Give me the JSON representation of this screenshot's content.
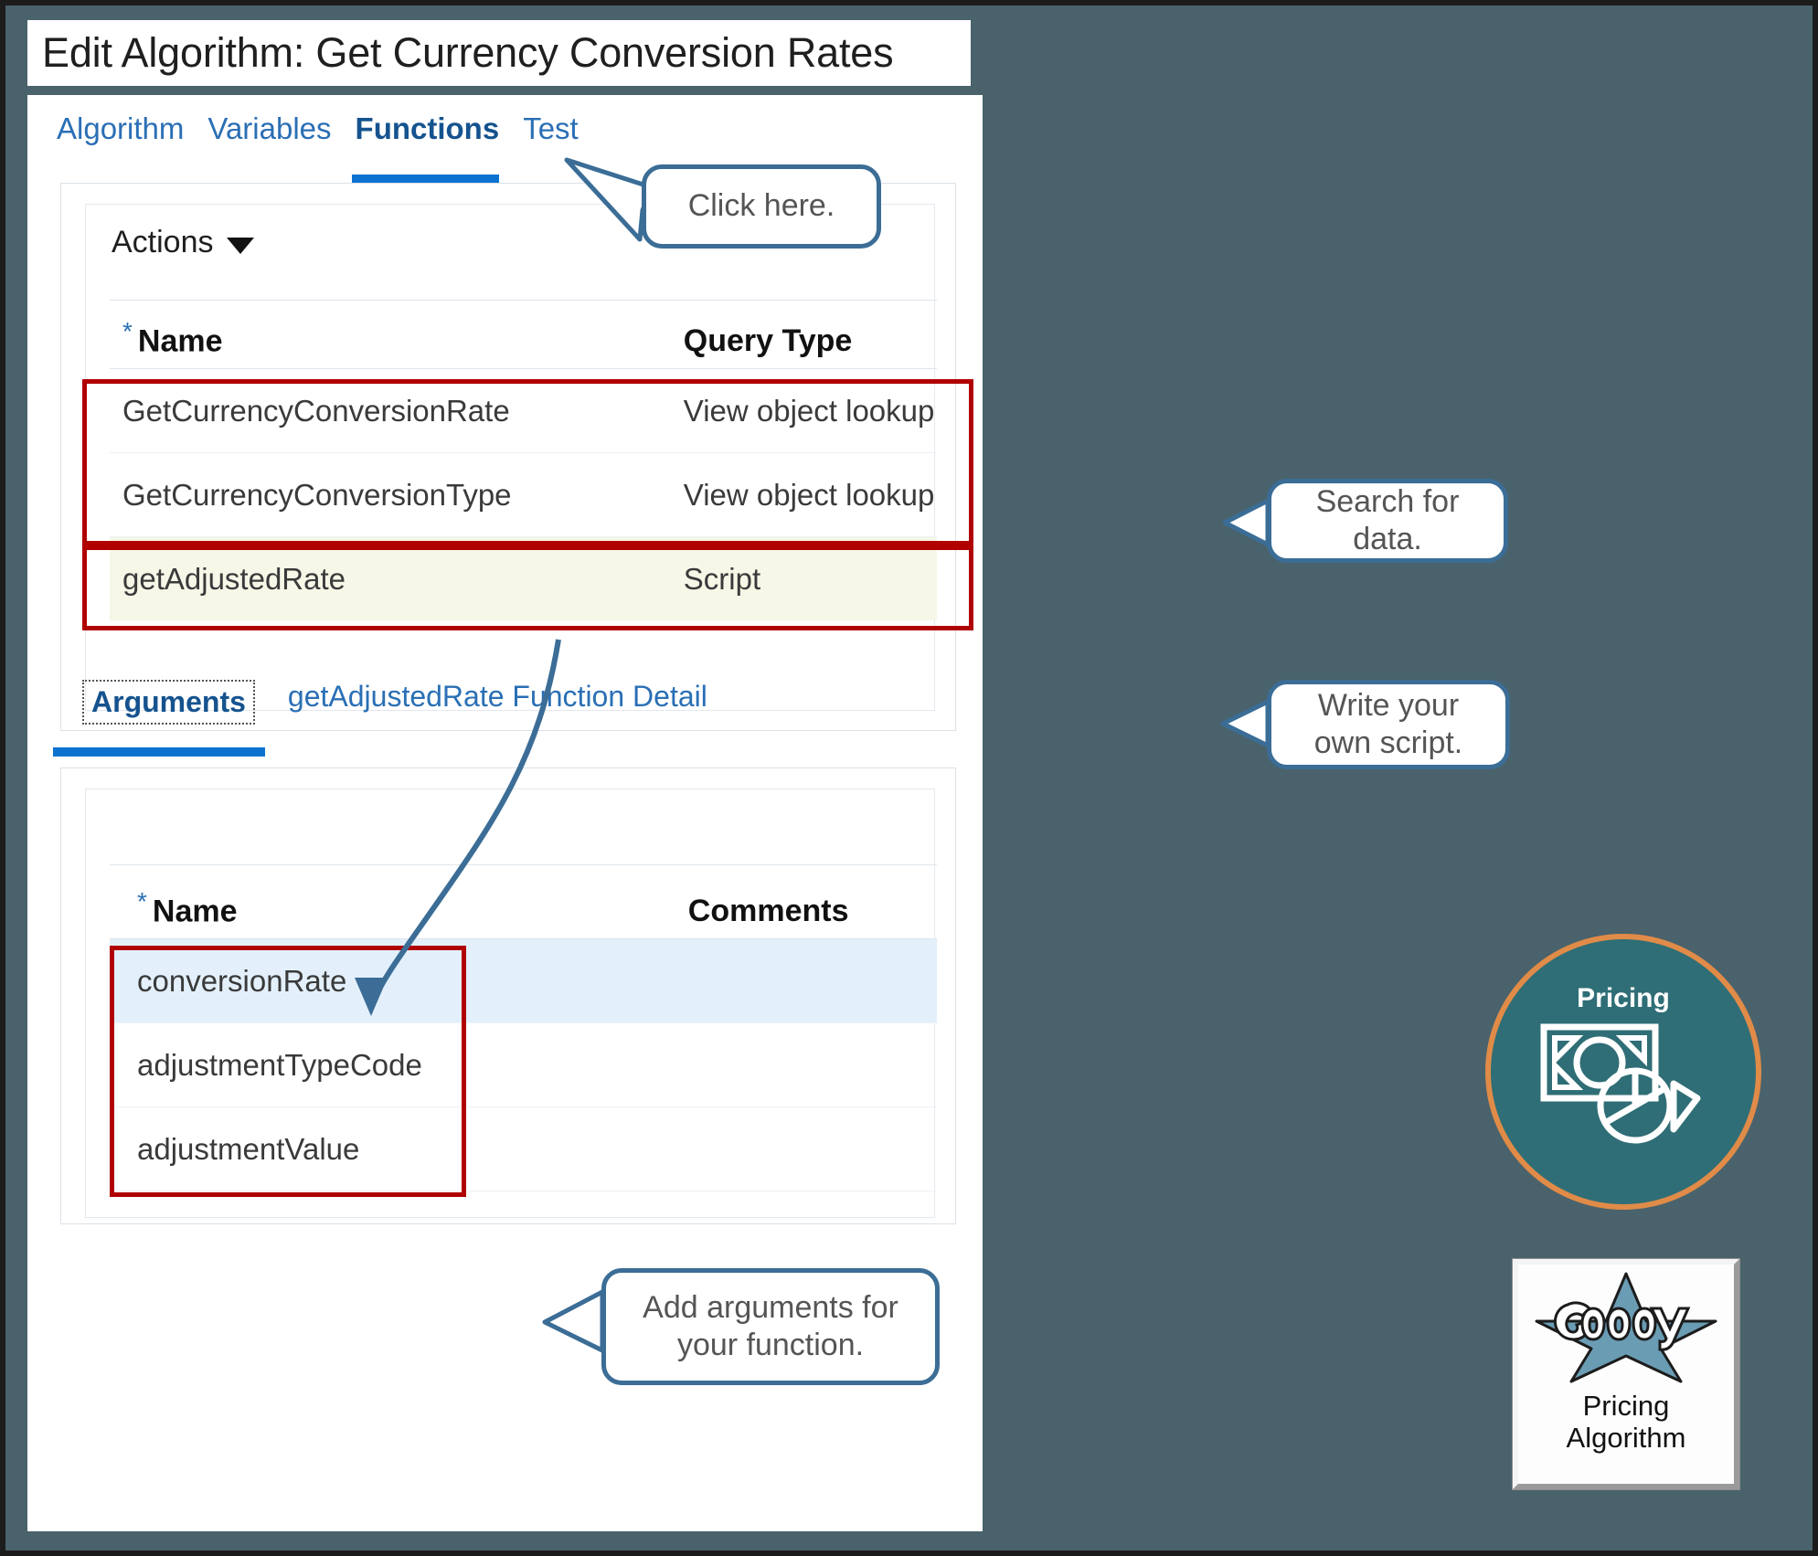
{
  "window": {
    "title": "Edit Algorithm: Get Currency Conversion Rates"
  },
  "tabs": [
    {
      "label": "Algorithm",
      "active": false
    },
    {
      "label": "Variables",
      "active": false
    },
    {
      "label": "Functions",
      "active": true
    },
    {
      "label": "Test",
      "active": false
    }
  ],
  "toolbar": {
    "actions_label": "Actions",
    "caret_icon": "chevron-down-icon"
  },
  "functions_table": {
    "columns": [
      "Name",
      "Query Type"
    ],
    "required_marker": "*",
    "rows": [
      {
        "name": "GetCurrencyConversionRate",
        "query_type": "View object lookup",
        "highlight": "none"
      },
      {
        "name": "GetCurrencyConversionType",
        "query_type": "View object lookup",
        "highlight": "none"
      },
      {
        "name": "getAdjustedRate",
        "query_type": "Script",
        "highlight": "script"
      }
    ]
  },
  "detail_tabs": [
    {
      "label": "Arguments",
      "active": true
    },
    {
      "label": "getAdjustedRate Function Detail",
      "active": false
    }
  ],
  "arguments_table": {
    "columns": [
      "Name",
      "Comments"
    ],
    "required_marker": "*",
    "rows": [
      {
        "name": "conversionRate",
        "comments": "",
        "selected": true
      },
      {
        "name": "adjustmentTypeCode",
        "comments": "",
        "selected": false
      },
      {
        "name": "adjustmentValue",
        "comments": "",
        "selected": false
      }
    ]
  },
  "callouts": [
    {
      "id": "click",
      "text": "Click here."
    },
    {
      "id": "search",
      "text": "Search for data."
    },
    {
      "id": "script",
      "text": "Write your own script."
    },
    {
      "id": "args",
      "text": "Add arguments for your function."
    }
  ],
  "badges": {
    "pricing": {
      "label": "Pricing",
      "icon": "banknote-pie-chart-icon",
      "circle_color": "#2f6e76",
      "ring_color": "#e08b48"
    },
    "groovy": {
      "logo_alt": "groovy",
      "logo_text": "groovy",
      "caption_line1": "Pricing",
      "caption_line2": "Algorithm",
      "star_color": "#6a9cb4"
    }
  },
  "colors": {
    "page_background": "#4a626b",
    "panel_background": "#ffffff",
    "tab_link": "#2a6fb5",
    "tab_active_underline": "#0b72d0",
    "highlight_red": "#b00000",
    "script_row_background": "#f7f7e8",
    "selected_row_background": "#e3f0fb",
    "callout_border": "#3b6d96",
    "arrow_color": "#3b6d96"
  }
}
